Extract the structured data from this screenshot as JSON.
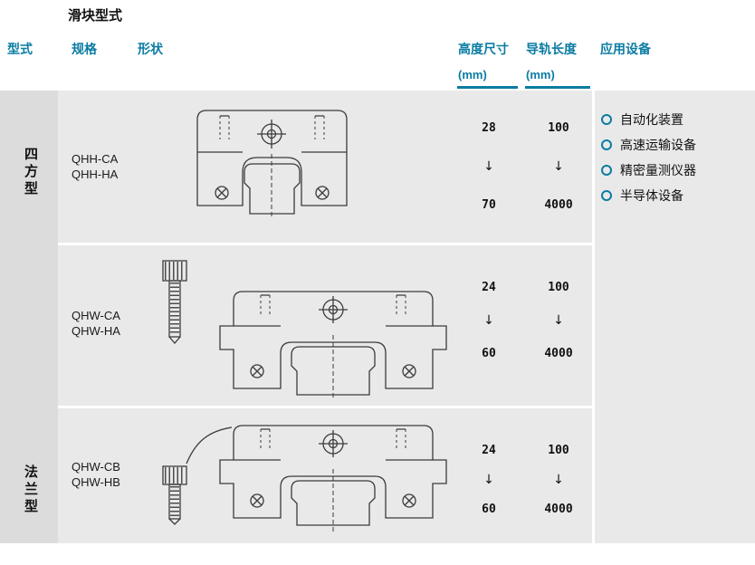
{
  "page_title": "滑块型式",
  "table": {
    "headers": {
      "type": "型式",
      "spec": "规格",
      "shape": "形状",
      "height": "高度尺寸",
      "height_unit": "(mm)",
      "rail_length": "导轨长度",
      "rail_length_unit": "(mm)",
      "application": "应用设备"
    },
    "rows": [
      {
        "type_label": "四方型",
        "spec_models": [
          "QHH-CA",
          "QHH-HA"
        ],
        "height_min": "28",
        "range_arrow": "↓",
        "height_max": "70",
        "rail_min": "100",
        "rail_max": "4000",
        "shape_drawing": "square-block-cross-section"
      },
      {
        "type_label": "",
        "spec_models": [
          "QHW-CA",
          "QHW-HA"
        ],
        "height_min": "24",
        "range_arrow": "↓",
        "height_max": "60",
        "rail_min": "100",
        "rail_max": "4000",
        "shape_drawing": "flange-block-cross-section-with-cap-screw"
      },
      {
        "type_label": "法兰型",
        "spec_models": [
          "QHW-CB",
          "QHW-HB"
        ],
        "height_min": "24",
        "range_arrow": "↓",
        "height_max": "60",
        "rail_min": "100",
        "rail_max": "4000",
        "shape_drawing": "flange-block-cross-section-with-bottom-cap-screw"
      }
    ],
    "applications": [
      "自动化装置",
      "高速运输设备",
      "精密量测仪器",
      "半导体设备"
    ]
  },
  "colors": {
    "accent": "#0b7ca3",
    "body_bg": "#e9e9e9",
    "type_col_bg": "#dcdcdc"
  }
}
